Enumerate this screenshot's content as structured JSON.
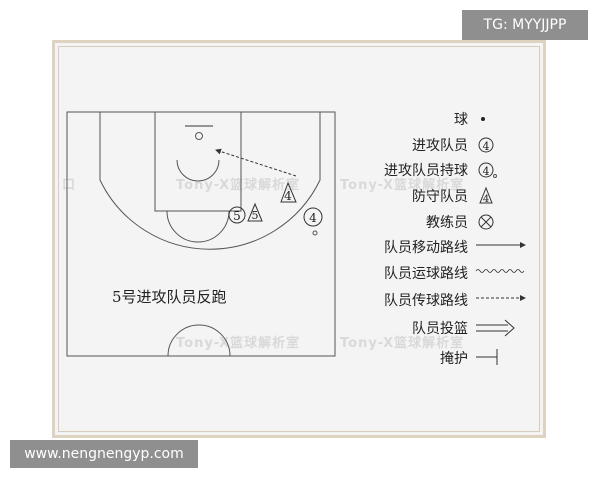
{
  "watermark_top": "TG: MYYJJPP",
  "watermark_bottom": "www.nengnengyp.com",
  "court_watermark": "Tony-X篮球解析室",
  "diagram_caption": "5号进攻队员反跑",
  "player_numbers": {
    "defender_4": "4",
    "attacker_4": "4",
    "attacker_5": "5",
    "defender_5": "5"
  },
  "legend": {
    "ball": "球",
    "offensive_player": "进攻队员",
    "offensive_player_with_ball": "进攻队员持球",
    "defensive_player": "防守队员",
    "coach": "教练员",
    "player_movement": "队员移动路线",
    "dribble_path": "队员运球路线",
    "pass_path": "队员传球路线",
    "shot": "队员投篮",
    "screen": "掩护",
    "symbol_number": "4"
  }
}
